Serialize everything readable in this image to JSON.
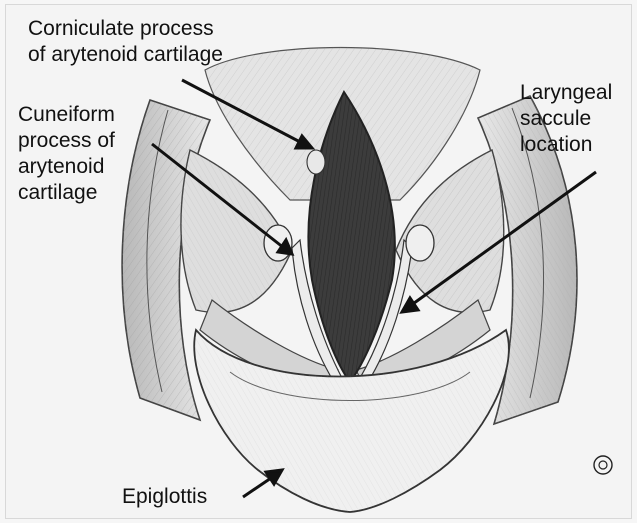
{
  "labels": {
    "corniculate": {
      "line1": "Corniculate process",
      "line2": "of arytenoid cartilage"
    },
    "cuneiform": {
      "line1": "Cuneiform",
      "line2": "process of",
      "line3": "arytenoid",
      "line4": "cartilage"
    },
    "laryngeal": {
      "line1": "Laryngeal",
      "line2": "saccule",
      "line3": "location"
    },
    "epiglottis": "Epiglottis"
  },
  "colors": {
    "ink": "#111111",
    "glottis": "#3c3c3c",
    "paper": "#f4f4f4"
  },
  "icons": {
    "artist_mark": "circled-initial-seal"
  }
}
